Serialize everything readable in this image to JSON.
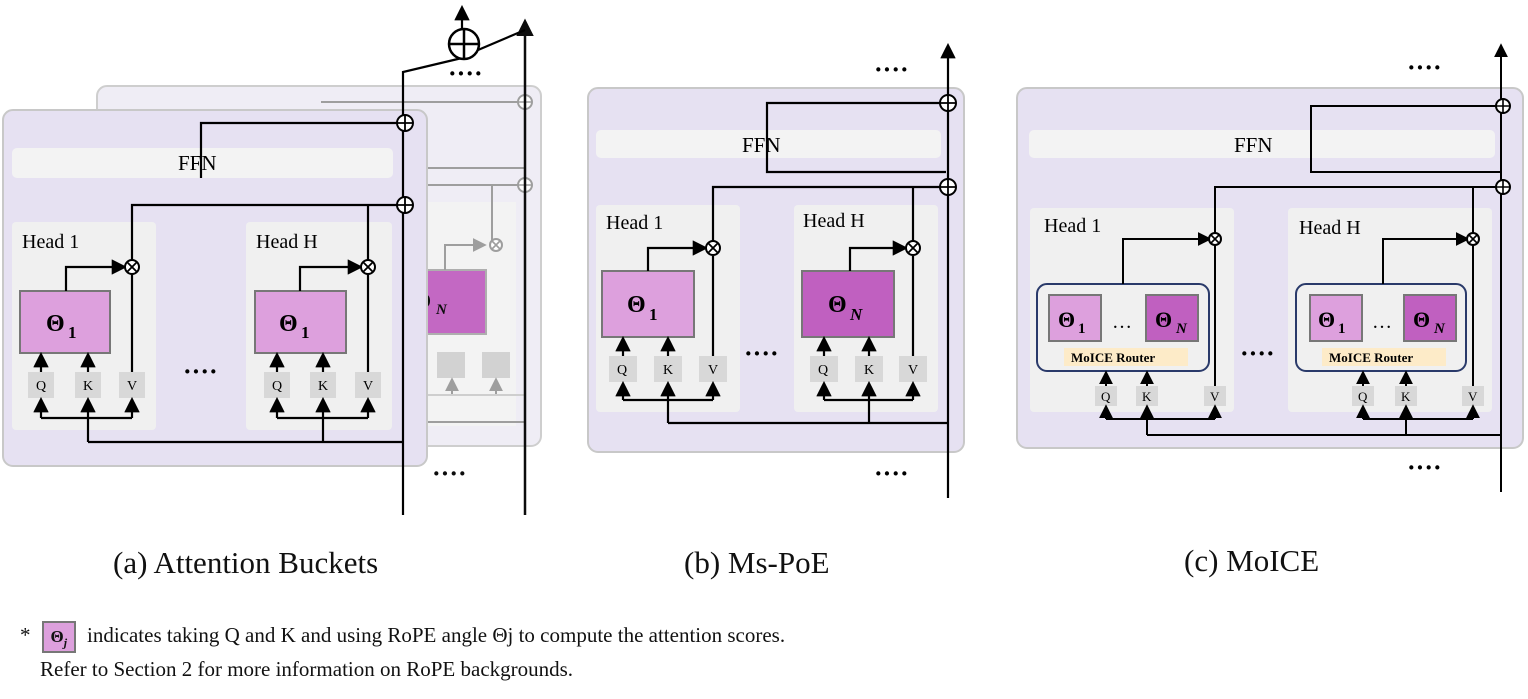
{
  "panels": {
    "a": {
      "caption": "(a) Attention Buckets",
      "ffn": "FFN",
      "head1": "Head 1",
      "headH": "Head H",
      "theta1": "Θ",
      "theta1_sub": "1",
      "thetaN": "Θ",
      "thetaN_sub": "N",
      "q": "Q",
      "k": "K",
      "v": "V",
      "dots": "····"
    },
    "b": {
      "caption": "(b) Ms-PoE",
      "ffn": "FFN",
      "head1": "Head 1",
      "headH": "Head H",
      "theta1": "Θ",
      "theta1_sub": "1",
      "thetaN": "Θ",
      "thetaN_sub": "N",
      "q": "Q",
      "k": "K",
      "v": "V",
      "dots": "····"
    },
    "c": {
      "caption": "(c) MoICE",
      "ffn": "FFN",
      "head1": "Head 1",
      "headH": "Head H",
      "theta1": "Θ",
      "theta1_sub": "1",
      "thetaN": "Θ",
      "thetaN_sub": "N",
      "ellipsis": "…",
      "router": "MoICE Router",
      "q": "Q",
      "k": "K",
      "v": "V",
      "dots": "····"
    }
  },
  "footnote": {
    "star": "*",
    "swatch_symbol": "Θ",
    "swatch_sub": "j",
    "line1": "indicates taking Q and K and using RoPE angle Θj to compute the attention scores.",
    "line2": "Refer to Section 2 for more information on RoPE backgrounds."
  },
  "colors": {
    "panel_bg": "#e6e1f2",
    "head_bg": "#f0f0f0",
    "ffn_bg": "#f3f3f3",
    "theta_light": "#dda0dd",
    "theta_dark": "#c060c0",
    "qkv_box": "#d8d8d8",
    "router_bg": "#fdebc8",
    "router_border": "#2a3a6a"
  }
}
